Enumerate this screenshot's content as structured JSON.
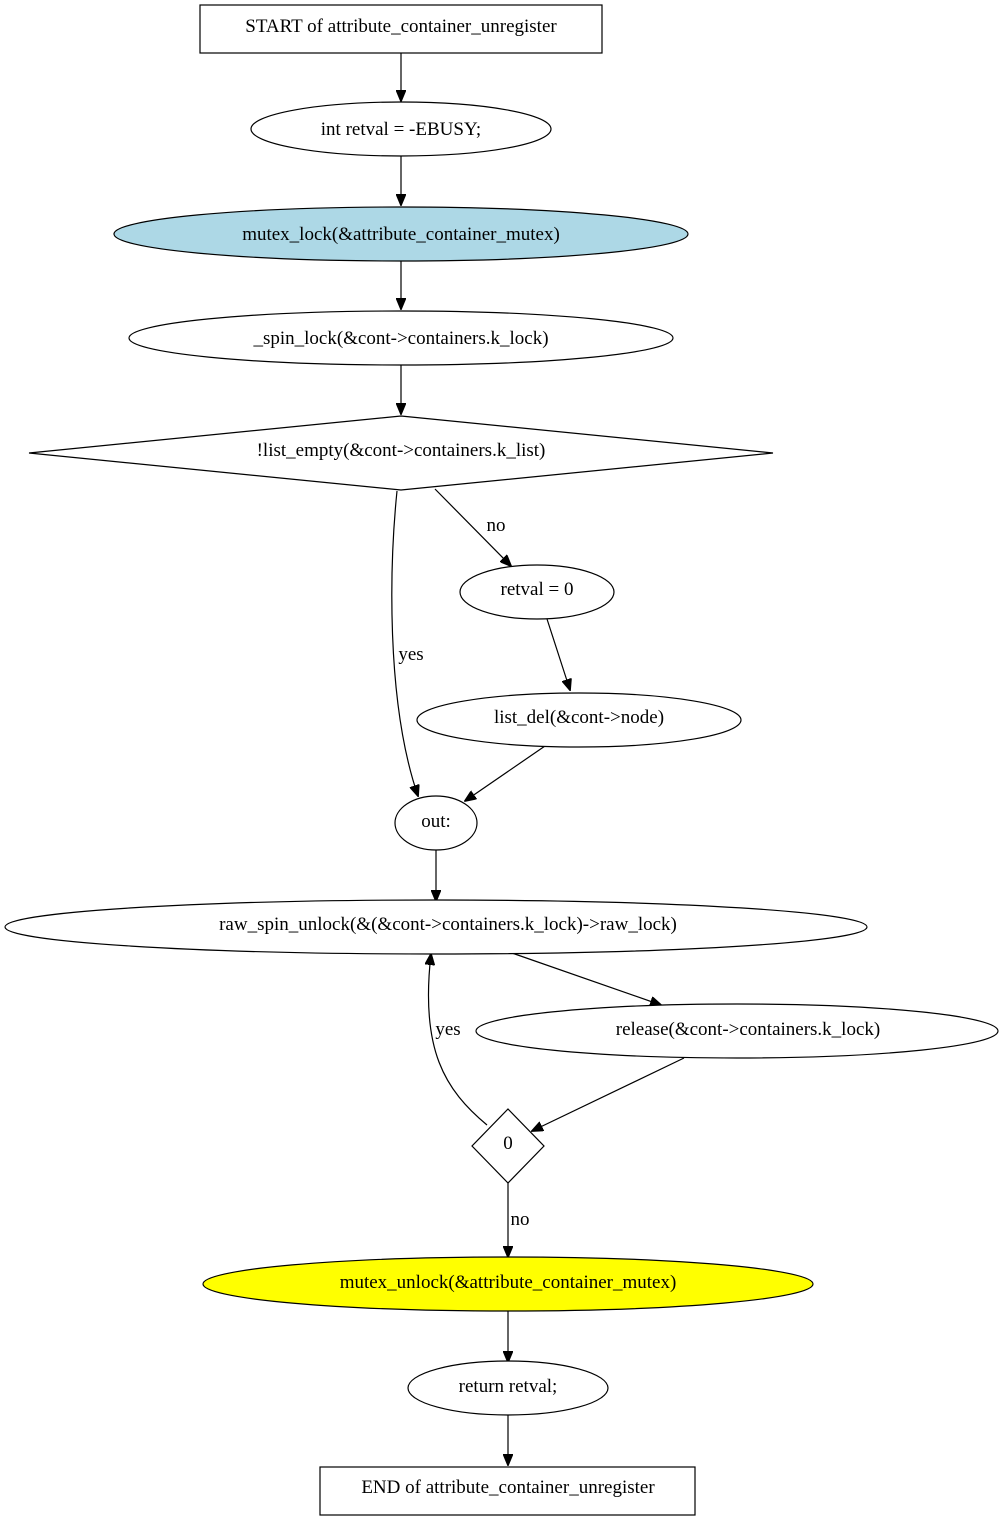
{
  "diagram": {
    "nodes": {
      "start": {
        "label": "START of attribute_container_unregister",
        "shape": "box"
      },
      "retval_init": {
        "label": "int retval = -EBUSY;",
        "shape": "ellipse"
      },
      "mutex_lock": {
        "label": "mutex_lock(&attribute_container_mutex)",
        "shape": "ellipse",
        "fill": "#add8e6"
      },
      "spin_lock": {
        "label": "_spin_lock(&cont->containers.k_lock)",
        "shape": "ellipse"
      },
      "list_empty_check": {
        "label": "!list_empty(&cont->containers.k_list)",
        "shape": "diamond"
      },
      "retval_zero": {
        "label": "retval = 0",
        "shape": "ellipse"
      },
      "list_del": {
        "label": "list_del(&cont->node)",
        "shape": "ellipse"
      },
      "out_label": {
        "label": "out:",
        "shape": "ellipse"
      },
      "raw_spin_unlock": {
        "label": "raw_spin_unlock(&(&cont->containers.k_lock)->raw_lock)",
        "shape": "ellipse"
      },
      "release": {
        "label": "release(&cont->containers.k_lock)",
        "shape": "ellipse"
      },
      "zero_check": {
        "label": "0",
        "shape": "diamond"
      },
      "mutex_unlock": {
        "label": "mutex_unlock(&attribute_container_mutex)",
        "shape": "ellipse",
        "fill": "#ffff00"
      },
      "return_retval": {
        "label": "return retval;",
        "shape": "ellipse"
      },
      "end": {
        "label": "END of attribute_container_unregister",
        "shape": "box"
      }
    },
    "edges": {
      "list_empty_no": "no",
      "list_empty_yes": "yes",
      "zero_yes": "yes",
      "zero_no": "no"
    },
    "colors": {
      "mutex_lock_fill": "#add8e6",
      "mutex_unlock_fill": "#ffff00",
      "default_fill": "#ffffff",
      "stroke": "#000000"
    }
  }
}
